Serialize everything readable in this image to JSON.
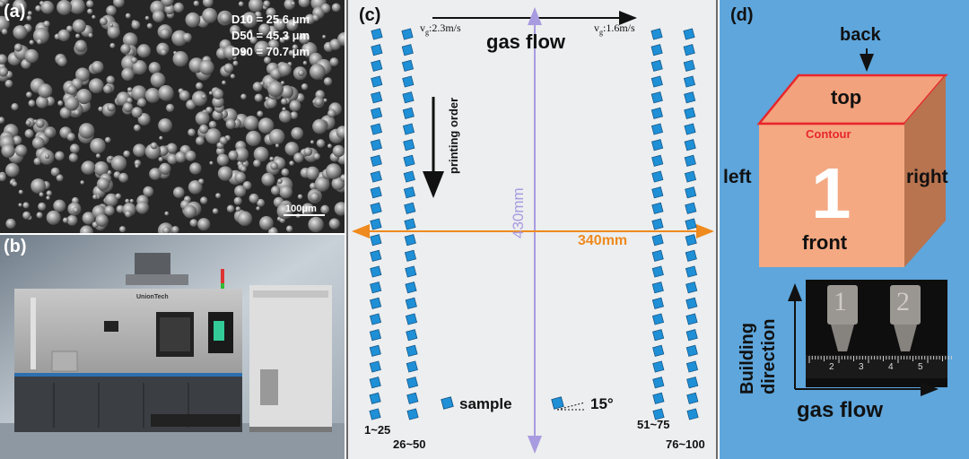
{
  "panels": {
    "a": {
      "label": "(a)",
      "stats": [
        "D10 = 25.6 μm",
        "D50 = 45.3 μm",
        "D90 = 70.7 μm"
      ],
      "scale_bar": "100μm"
    },
    "b": {
      "label": "(b)",
      "brand": "UnionTech"
    },
    "c": {
      "label": "(c)",
      "gas_flow": "gas flow",
      "vg_left_sym": "v",
      "vg_left_sub": "g",
      "vg_left_val": ":2.3m/s",
      "vg_right_sym": "v",
      "vg_right_sub": "g",
      "vg_right_val": ":1.6m/s",
      "height_dim": "430mm",
      "width_dim": "340mm",
      "printing_order": "printing order",
      "sample_label": "sample",
      "angle_label": "15°",
      "columns": [
        "1~25",
        "26~50",
        "51~75",
        "76~100"
      ]
    },
    "d": {
      "label": "(d)",
      "back": "back",
      "top": "top",
      "contour": "Contour",
      "left": "left",
      "right": "right",
      "front": "front",
      "number": "1",
      "photo_numbers": [
        "1",
        "2"
      ],
      "ruler_numbers": [
        "2",
        "3",
        "4",
        "5"
      ],
      "building_direction_1": "Building",
      "building_direction_2": "direction",
      "gas_flow": "gas flow"
    }
  },
  "colors": {
    "sample_blue": "#1f8fd6",
    "dimension_orange": "#ef8a1e",
    "dimension_purple": "#a99be0",
    "cube_face": "#f4a982",
    "contour_red": "#e8262d",
    "panel_d_bg": "#5ea6dc"
  }
}
